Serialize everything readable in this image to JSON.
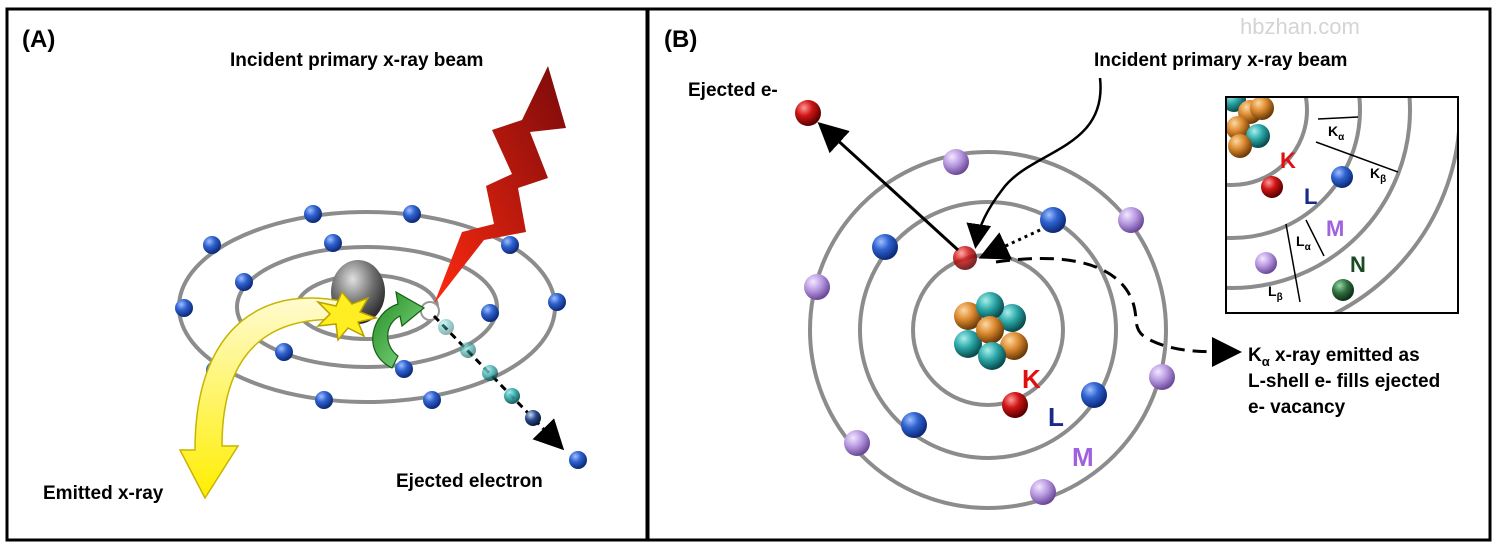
{
  "watermark": "hbzhan.com",
  "panel_a": {
    "label": "(A)",
    "incident_beam": "Incident primary x-ray beam",
    "emitted_xray": "Emitted x-ray",
    "ejected_electron": "Ejected electron"
  },
  "panel_b": {
    "label": "(B)",
    "incident_beam": "Incident primary x-ray beam",
    "ejected_e": "Ejected e-",
    "shell_k": "K",
    "shell_l": "L",
    "shell_m": "M",
    "k_alpha_note": {
      "k": "K",
      "alpha": "α",
      "line1_rest": " x-ray emitted as",
      "line2": "L-shell e- fills ejected",
      "line3": "e-  vacancy"
    },
    "inset": {
      "shell_k": "K",
      "shell_l": "L",
      "shell_m": "M",
      "shell_n": "N",
      "k_alpha_main": "K",
      "k_alpha_sub": "α",
      "k_beta_main": "K",
      "k_beta_sub": "β",
      "l_alpha_main": "L",
      "l_alpha_sub": "α",
      "l_beta_main": "L",
      "l_beta_sub": "β"
    }
  },
  "colors": {
    "orbit": "#8c8c8c",
    "electron_blue": "#1f4fb4",
    "electron_purple": "#b494d8",
    "electron_red": "#c01010",
    "electron_green": "#2e6b3c",
    "label_k": "#e01010",
    "label_l": "#1a2a8a",
    "label_m": "#a060e0",
    "label_n": "#1a4a22"
  }
}
